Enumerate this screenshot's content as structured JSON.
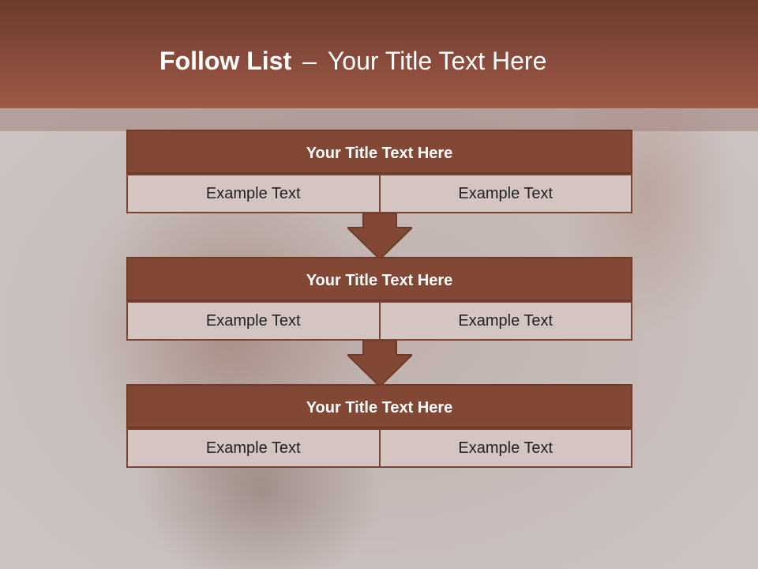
{
  "header": {
    "title_bold": "Follow List",
    "title_separator": "–",
    "title_rest": "Your Title Text Here"
  },
  "blocks": [
    {
      "title": "Your Title Text Here",
      "left": "Example Text",
      "right": "Example Text"
    },
    {
      "title": "Your Title Text Here",
      "left": "Example Text",
      "right": "Example Text"
    },
    {
      "title": "Your Title Text Here",
      "left": "Example Text",
      "right": "Example Text"
    }
  ],
  "colors": {
    "header": "#83483a",
    "block_title": "#824835",
    "cell": "#d4c5c3",
    "arrow": "#824835"
  }
}
